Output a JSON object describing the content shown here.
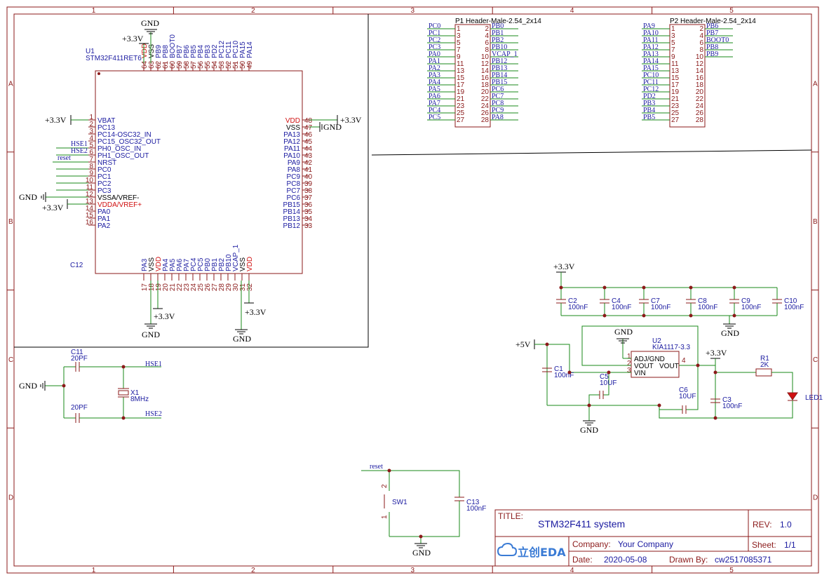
{
  "grid": {
    "columns": [
      "1",
      "2",
      "3",
      "4",
      "5"
    ],
    "rows": [
      "A",
      "B",
      "C",
      "D"
    ]
  },
  "mcu": {
    "designator": "U1",
    "part": "STM32F411RET6",
    "top_pins": [
      {
        "num": "64",
        "name": "VDD"
      },
      {
        "num": "63",
        "name": "VSS"
      },
      {
        "num": "62",
        "name": "PB9"
      },
      {
        "num": "61",
        "name": "PB8"
      },
      {
        "num": "60",
        "name": "BOOT0"
      },
      {
        "num": "59",
        "name": "PB7"
      },
      {
        "num": "58",
        "name": "PB6"
      },
      {
        "num": "57",
        "name": "PB5"
      },
      {
        "num": "56",
        "name": "PB4"
      },
      {
        "num": "55",
        "name": "PB3"
      },
      {
        "num": "54",
        "name": "PD2"
      },
      {
        "num": "53",
        "name": "PC12"
      },
      {
        "num": "52",
        "name": "PC11"
      },
      {
        "num": "51",
        "name": "PC10"
      },
      {
        "num": "50",
        "name": "PA15"
      },
      {
        "num": "49",
        "name": "PA14"
      }
    ],
    "left_pins": [
      {
        "num": "1",
        "name": "VBAT"
      },
      {
        "num": "2",
        "name": "PC13"
      },
      {
        "num": "3",
        "name": "PC14-OSC32_IN"
      },
      {
        "num": "4",
        "name": "PC15_OSC32_OUT"
      },
      {
        "num": "5",
        "name": "PH0_OSC_IN"
      },
      {
        "num": "6",
        "name": "PH1_OSC_OUT"
      },
      {
        "num": "7",
        "name": "NRST"
      },
      {
        "num": "8",
        "name": "PC0"
      },
      {
        "num": "9",
        "name": "PC1"
      },
      {
        "num": "10",
        "name": "PC2"
      },
      {
        "num": "11",
        "name": "PC3"
      },
      {
        "num": "12",
        "name": "VSSA/VREF-"
      },
      {
        "num": "13",
        "name": "VDDA/VREF+"
      },
      {
        "num": "14",
        "name": "PA0"
      },
      {
        "num": "15",
        "name": "PA1"
      },
      {
        "num": "16",
        "name": "PA2"
      }
    ],
    "right_pins": [
      {
        "num": "48",
        "name": "VDD"
      },
      {
        "num": "47",
        "name": "VSS"
      },
      {
        "num": "46",
        "name": "PA13"
      },
      {
        "num": "45",
        "name": "PA12"
      },
      {
        "num": "44",
        "name": "PA11"
      },
      {
        "num": "43",
        "name": "PA10"
      },
      {
        "num": "42",
        "name": "PA9"
      },
      {
        "num": "41",
        "name": "PA8"
      },
      {
        "num": "40",
        "name": "PC9"
      },
      {
        "num": "39",
        "name": "PC8"
      },
      {
        "num": "38",
        "name": "PC7"
      },
      {
        "num": "37",
        "name": "PC6"
      },
      {
        "num": "36",
        "name": "PB15"
      },
      {
        "num": "35",
        "name": "PB14"
      },
      {
        "num": "34",
        "name": "PB13"
      },
      {
        "num": "33",
        "name": "PB12"
      }
    ],
    "bottom_pins": [
      {
        "num": "17",
        "name": "PA3"
      },
      {
        "num": "18",
        "name": "VSS"
      },
      {
        "num": "19",
        "name": "VDD"
      },
      {
        "num": "20",
        "name": "PA4"
      },
      {
        "num": "21",
        "name": "PA5"
      },
      {
        "num": "22",
        "name": "PA6"
      },
      {
        "num": "23",
        "name": "PA7"
      },
      {
        "num": "24",
        "name": "PC4"
      },
      {
        "num": "25",
        "name": "PC5"
      },
      {
        "num": "26",
        "name": "PB0"
      },
      {
        "num": "27",
        "name": "PB1"
      },
      {
        "num": "28",
        "name": "PB2"
      },
      {
        "num": "29",
        "name": "PB10"
      },
      {
        "num": "30",
        "name": "VCAP_1"
      },
      {
        "num": "31",
        "name": "VSS"
      },
      {
        "num": "32",
        "name": "VDD"
      }
    ],
    "c12": "C12"
  },
  "power": {
    "p33": "+3.3V",
    "gnd": "GND",
    "p5": "+5V"
  },
  "nets": {
    "hse1": "HSE1",
    "hse2": "HSE2",
    "reset": "reset"
  },
  "header1": {
    "title": "P1 Header-Male-2.54_2x14",
    "left_labels": [
      "PC0",
      "PC1",
      "PC2",
      "PC3",
      "PA0",
      "PA1",
      "PA2",
      "PA3",
      "PA4",
      "PA5",
      "PA6",
      "PA7",
      "PC4",
      "PC5"
    ],
    "right_labels": [
      "PB0",
      "PB1",
      "PB2",
      "PB10",
      "VCAP_1",
      "PB12",
      "PB13",
      "PB14",
      "PB15",
      "PC6",
      "PC7",
      "PC8",
      "PC9",
      "PA8"
    ]
  },
  "header2": {
    "title": "P2 Header-Male-2.54_2x14",
    "left_labels": [
      "PA9",
      "PA10",
      "PA11",
      "PA12",
      "PA13",
      "PA14",
      "PA15",
      "PC10",
      "PC11",
      "PC12",
      "PD2",
      "PB3",
      "PB4",
      "PB5"
    ],
    "right_labels": [
      "PB6",
      "PB7",
      "BOOT0",
      "PB8",
      "PB9"
    ]
  },
  "header_pins": {
    "odd": [
      "1",
      "3",
      "5",
      "7",
      "9",
      "11",
      "13",
      "15",
      "17",
      "19",
      "21",
      "23",
      "25",
      "27"
    ],
    "even": [
      "2",
      "4",
      "6",
      "8",
      "10",
      "12",
      "14",
      "16",
      "18",
      "20",
      "22",
      "24",
      "26",
      "28"
    ]
  },
  "decoupling": [
    {
      "name": "C2",
      "value": "100nF"
    },
    {
      "name": "C4",
      "value": "100nF"
    },
    {
      "name": "C7",
      "value": "100nF"
    },
    {
      "name": "C8",
      "value": "100nF"
    },
    {
      "name": "C9",
      "value": "100nF"
    },
    {
      "name": "C10",
      "value": "100nF"
    }
  ],
  "regulator": {
    "designator": "U2",
    "part": "KIA1117-3.3",
    "pin_adj": "ADJ/GND",
    "pin_vout": "VOUT",
    "pin_vout2": "VOUT",
    "pin_vin": "VIN",
    "n1": "1",
    "n2": "2",
    "n3": "3",
    "n4": "4"
  },
  "reg_caps": {
    "c1": {
      "name": "C1",
      "value": "100nF"
    },
    "c5": {
      "name": "C5",
      "value": "10UF"
    },
    "c6": {
      "name": "C6",
      "value": "10UF"
    },
    "c3": {
      "name": "C3",
      "value": "100nF"
    }
  },
  "led": {
    "r": "R1",
    "rv": "2K",
    "led": "LED1"
  },
  "crystal": {
    "c11": "C11",
    "c11v": "20PF",
    "c13b": "20PF",
    "x": "X1",
    "xv": "8MHz"
  },
  "reset_ckt": {
    "sw": "SW1",
    "c": "C13",
    "cv": "100nF",
    "p1": "1",
    "p2": "2"
  },
  "titleblock": {
    "title_lbl": "TITLE:",
    "title": "STM32F411 system",
    "rev_lbl": "REV:",
    "rev": "1.0",
    "company_lbl": "Company:",
    "company": "Your Company",
    "sheet_lbl": "Sheet:",
    "sheet": "1/1",
    "date_lbl": "Date:",
    "date": "2020-05-08",
    "drawn_lbl": "Drawn By:",
    "drawn": "cw2517085371",
    "logo": "立创EDA"
  }
}
